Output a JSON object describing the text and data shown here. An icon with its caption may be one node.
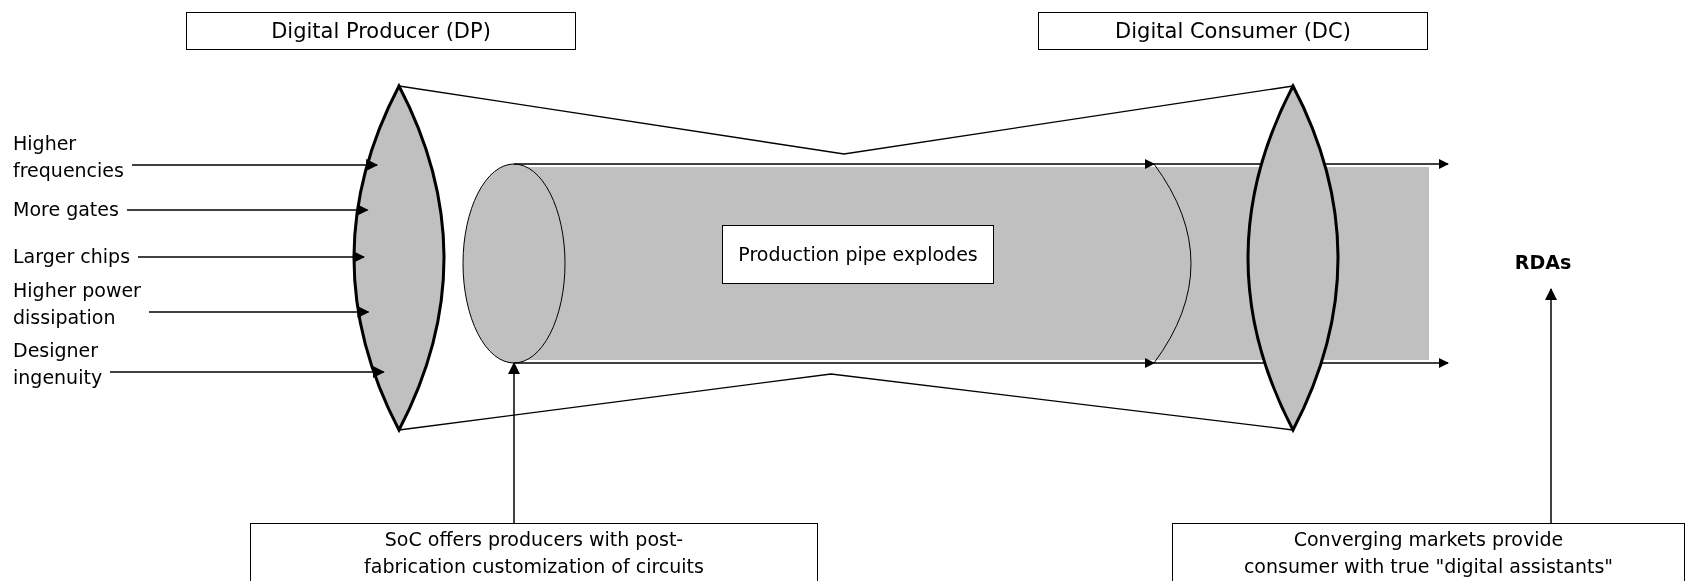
{
  "diagram": {
    "nodes": [
      {
        "text": [
          "Digital Producer (DP)"
        ]
      },
      {
        "text": [
          "Digital Consumer (DC)"
        ]
      },
      {
        "text": [
          "Higher frequencies"
        ]
      },
      {
        "text": [
          "More gates"
        ]
      },
      {
        "text": [
          "Larger chips"
        ]
      },
      {
        "text": [
          "Higher power dissipation"
        ]
      },
      {
        "text": [
          "Designer ingenuity"
        ]
      },
      {
        "text": [],
        "shape": "lens"
      },
      {
        "text": [],
        "shape": "cylinder"
      },
      {
        "text": [
          "Production pipe explodes"
        ],
        "in": 8
      },
      {
        "text": [],
        "shape": "lens"
      },
      {
        "text": [
          "RDAs"
        ]
      },
      {
        "text": [
          "SoC offers producers with post-fabrication customization of circuits"
        ]
      },
      {
        "text": [
          "Converging markets provide consumer with true \"digital assistants\""
        ]
      }
    ],
    "edges": [
      {
        "from": 2,
        "to": 7,
        "arrow": "to"
      },
      {
        "from": 3,
        "to": 7,
        "arrow": "to"
      },
      {
        "from": 4,
        "to": 7,
        "arrow": "to"
      },
      {
        "from": 5,
        "to": 7,
        "arrow": "to"
      },
      {
        "from": 6,
        "to": 7,
        "arrow": "to"
      },
      {
        "from": 12,
        "to": 8,
        "arrow": "to"
      },
      {
        "from": 13,
        "to": 11,
        "arrow": "to"
      }
    ]
  }
}
